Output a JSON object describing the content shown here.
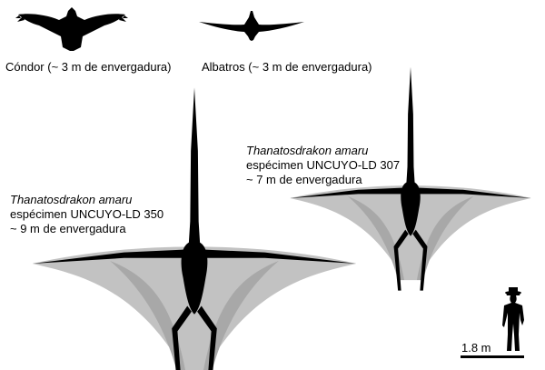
{
  "birds": {
    "condor": {
      "label": "Cóndor (~ 3 m de envergadura)",
      "icon": "condor-silhouette-icon"
    },
    "albatros": {
      "label": "Albatros (~ 3 m de envergadura)",
      "icon": "albatross-silhouette-icon"
    }
  },
  "specimens": {
    "ld350": {
      "genus": "Thanatosdrakon amaru",
      "specimen": "espécimen UNCUYO-LD 350",
      "wingspan": "~ 9 m de envergadura",
      "icon": "pterosaur-silhouette-icon"
    },
    "ld307": {
      "genus": "Thanatosdrakon amaru",
      "specimen": "espécimen UNCUYO-LD 307",
      "wingspan": "~ 7 m de envergadura",
      "icon": "pterosaur-silhouette-icon"
    }
  },
  "scale": {
    "label": "1.8 m",
    "icon": "human-silhouette-icon"
  },
  "colors": {
    "silhouette": "#000000",
    "wing_membrane": "#c2c2c2",
    "wing_shadow": "#a8a8a8"
  }
}
